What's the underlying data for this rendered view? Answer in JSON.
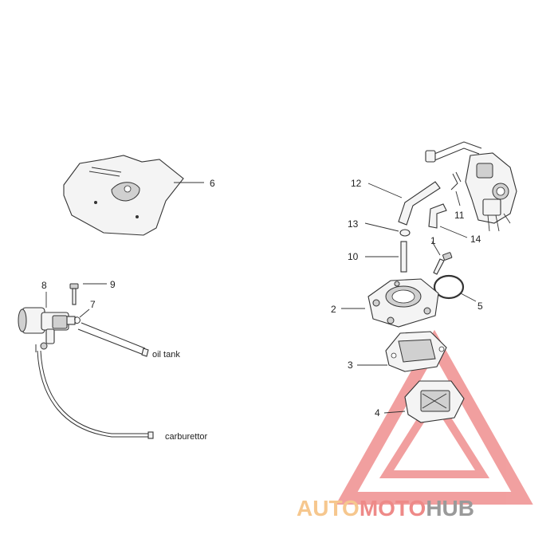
{
  "callouts": [
    "1",
    "2",
    "3",
    "4",
    "5",
    "6",
    "7",
    "8",
    "9",
    "10",
    "11",
    "12",
    "13",
    "14"
  ],
  "labels": {
    "oil_tank": "oil tank",
    "carburettor": "carburettor"
  },
  "watermark": {
    "part1": "AUTO",
    "part2": "MOTO",
    "part3": "HUB",
    "colors": {
      "auto": "#f6c78e",
      "moto": "#ee8a88",
      "hub": "#9a9a9a",
      "triangle": "#ef8f8f"
    }
  }
}
